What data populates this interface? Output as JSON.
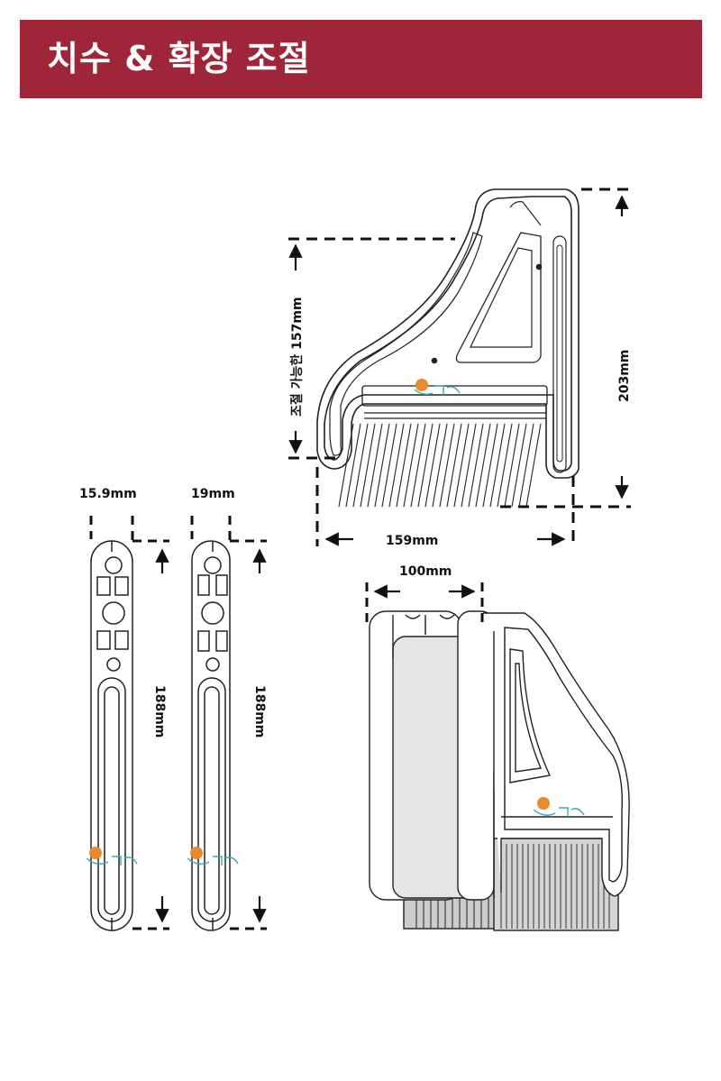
{
  "header": {
    "title": "치수 & 확장 조절"
  },
  "dimensions": {
    "adjustable": "조절 가능한 157mm",
    "height": "203mm",
    "width": "159mm",
    "thickness_a": "15.9mm",
    "thickness_b": "19mm",
    "length_a": "188mm",
    "length_b": "188mm",
    "gang_width": "100mm"
  },
  "colors": {
    "banner": "#9e2638",
    "marker": "#ea8a2b",
    "logo": "#3aa9b5"
  },
  "icons": [
    "arrow-up-icon",
    "arrow-down-icon",
    "arrow-left-icon",
    "arrow-right-icon",
    "brand-logo-icon"
  ]
}
